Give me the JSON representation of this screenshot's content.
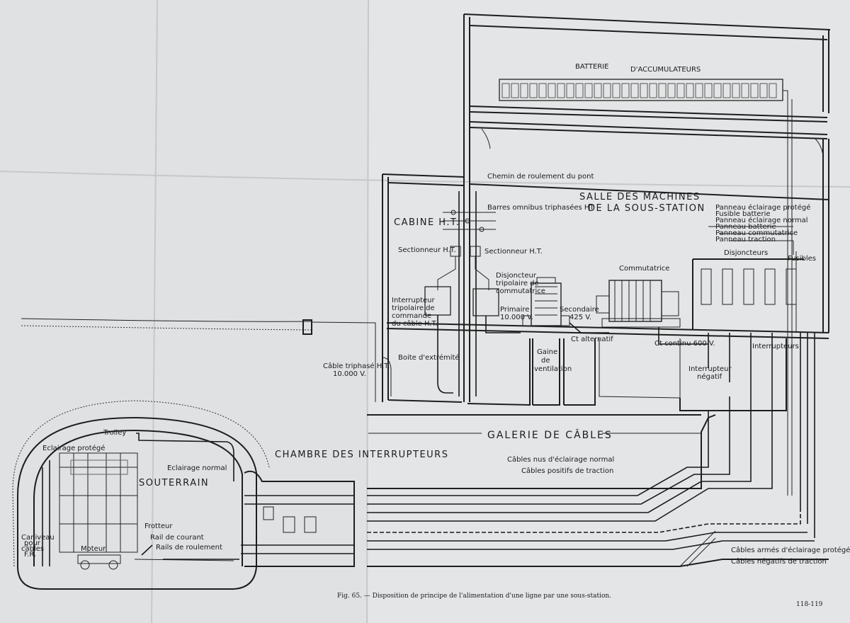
{
  "labels": {
    "batterie": "BATTERIE",
    "accumulateurs": "D'ACCUMULATEURS",
    "chemin_roulement": "Chemin de roulement du pont",
    "salle_machines_1": "SALLE DES MACHINES",
    "salle_machines_2": "DE LA SOUS-STATION",
    "cabine_ht": "CABINE H.T.",
    "barres_omnibus": "Barres omnibus triphasées HT",
    "sectionneur_left": "Sectionneur H.T.",
    "sectionneur_right": "Sectionneur H.T.",
    "disjoncteur_1": "Disjoncteur",
    "disjoncteur_2": "tripolaire de",
    "disjoncteur_3": "commutatrice",
    "interrupteur_1": "Interrupteur",
    "interrupteur_2": "tripolaire de",
    "interrupteur_3": "commande",
    "interrupteur_4": "du câble H.T.",
    "primaire_1": "Primaire",
    "primaire_2": "10.000 V.",
    "secondaire_1": "Secondaire",
    "secondaire_2": "425 V.",
    "commutatrice": "Commutatrice",
    "ct_alternatif": "Ct alternatif",
    "ct_continu": "Ct continu 600 V.",
    "boite_extremite": "Boite d'extrémité",
    "gaine_1": "Gaine",
    "gaine_2": "de",
    "gaine_3": "ventilation",
    "cable_triphase_1": "Câble triphasé H.T.",
    "cable_triphase_2": "10.000 V.",
    "interrupteur_negatif_1": "Interrupteur",
    "interrupteur_negatif_2": "négatif",
    "interrupteurs": "Interrupteurs",
    "disjoncteurs": "Disjoncteurs",
    "fusibles": "Fusibles",
    "panneau_1": "Panneau éclairage protégé",
    "panneau_2": "Fusible batterie",
    "panneau_3": "Panneau éclairage normal",
    "panneau_4": "Panneau batterie",
    "panneau_5": "Panneau commutatrice",
    "panneau_6": "Panneau traction",
    "galerie": "GALERIE DE CÂBLES",
    "chambre": "CHAMBRE DES INTERRUPTEURS",
    "cables_nus": "Câbles nus d'éclairage normal",
    "cables_positifs": "Câbles positifs de traction",
    "cables_armes": "Câbles armés d'éclairage protégé",
    "cables_negatifs": "Câbles négatifs de traction",
    "trolley": "Trolley",
    "eclairage_protege": "Eclairage protégé",
    "eclairage_normal": "Eclairage normal",
    "souterrain": "SOUTERRAIN",
    "frotteur": "Frotteur",
    "rail_courant": "Rail de courant",
    "rails_roulement": "Rails de roulement",
    "moteur": "Moteur",
    "caniveau_1": "Caniveau",
    "caniveau_2": "pour",
    "caniveau_3": "câbles",
    "caniveau_4": "F.R.",
    "caption": "Fig. 65. — Disposition de principe de l'alimentation d'une ligne par une sous-station.",
    "page_number": "118-119"
  }
}
